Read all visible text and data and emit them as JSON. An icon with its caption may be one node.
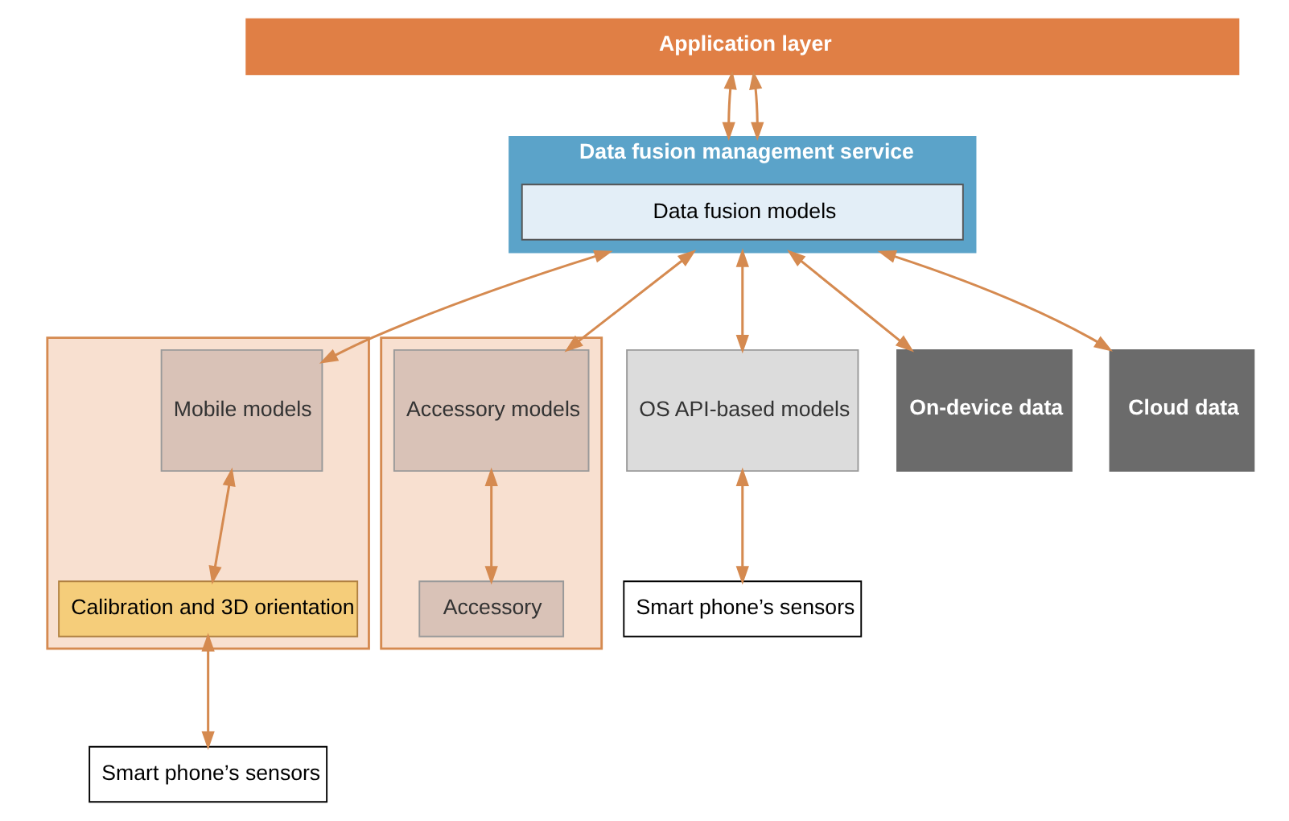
{
  "diagram": {
    "nodes": [
      {
        "text": [
          "Application layer"
        ]
      },
      {
        "text": [
          "Data fusion management service"
        ]
      },
      {
        "text": [
          "Data fusion models"
        ],
        "in": 1
      },
      {
        "text": [],
        "shape": "box"
      },
      {
        "text": [
          "Mobile models"
        ],
        "in": 3
      },
      {
        "text": [
          "Calibration and 3D orientation"
        ],
        "in": 3
      },
      {
        "text": [
          "Smart phone’s sensors"
        ]
      },
      {
        "text": [],
        "shape": "box"
      },
      {
        "text": [
          "Accessory models"
        ],
        "in": 7
      },
      {
        "text": [
          "Accessory"
        ],
        "in": 7
      },
      {
        "text": [
          "OS API-based models"
        ]
      },
      {
        "text": [
          "Smart phone’s sensors"
        ]
      },
      {
        "text": [
          "On-device data"
        ]
      },
      {
        "text": [
          "Cloud data"
        ]
      }
    ],
    "edges": [
      {
        "from": 0,
        "to": 1,
        "arrow": "both"
      },
      {
        "from": 0,
        "to": 1,
        "arrow": "both"
      },
      {
        "from": 1,
        "to": 4,
        "arrow": "both"
      },
      {
        "from": 1,
        "to": 8,
        "arrow": "both"
      },
      {
        "from": 1,
        "to": 10,
        "arrow": "both"
      },
      {
        "from": 1,
        "to": 12,
        "arrow": "both"
      },
      {
        "from": 1,
        "to": 13,
        "arrow": "both"
      },
      {
        "from": 4,
        "to": 5,
        "arrow": "both"
      },
      {
        "from": 5,
        "to": 6,
        "arrow": "both"
      },
      {
        "from": 8,
        "to": 9,
        "arrow": "both"
      },
      {
        "from": 10,
        "to": 11,
        "arrow": "both"
      }
    ]
  }
}
